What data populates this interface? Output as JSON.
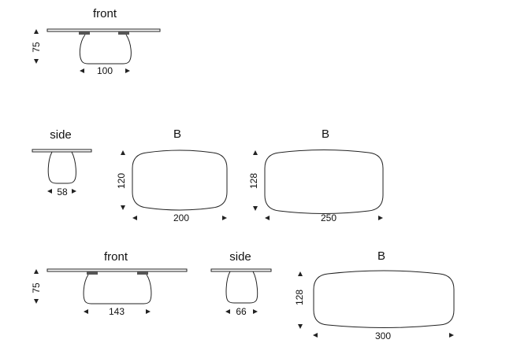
{
  "views": {
    "front_top": {
      "title": "front",
      "height": "75",
      "width": "100"
    },
    "side_mid": {
      "title": "side",
      "width": "58"
    },
    "plan_a": {
      "title": "B",
      "depth": "120",
      "width": "200"
    },
    "plan_b": {
      "title": "B",
      "depth": "128",
      "width": "250"
    },
    "front_bottom": {
      "title": "front",
      "height": "75",
      "width": "143"
    },
    "side_bottom": {
      "title": "side",
      "width": "66"
    },
    "plan_c": {
      "title": "B",
      "depth": "128",
      "width": "300"
    }
  }
}
